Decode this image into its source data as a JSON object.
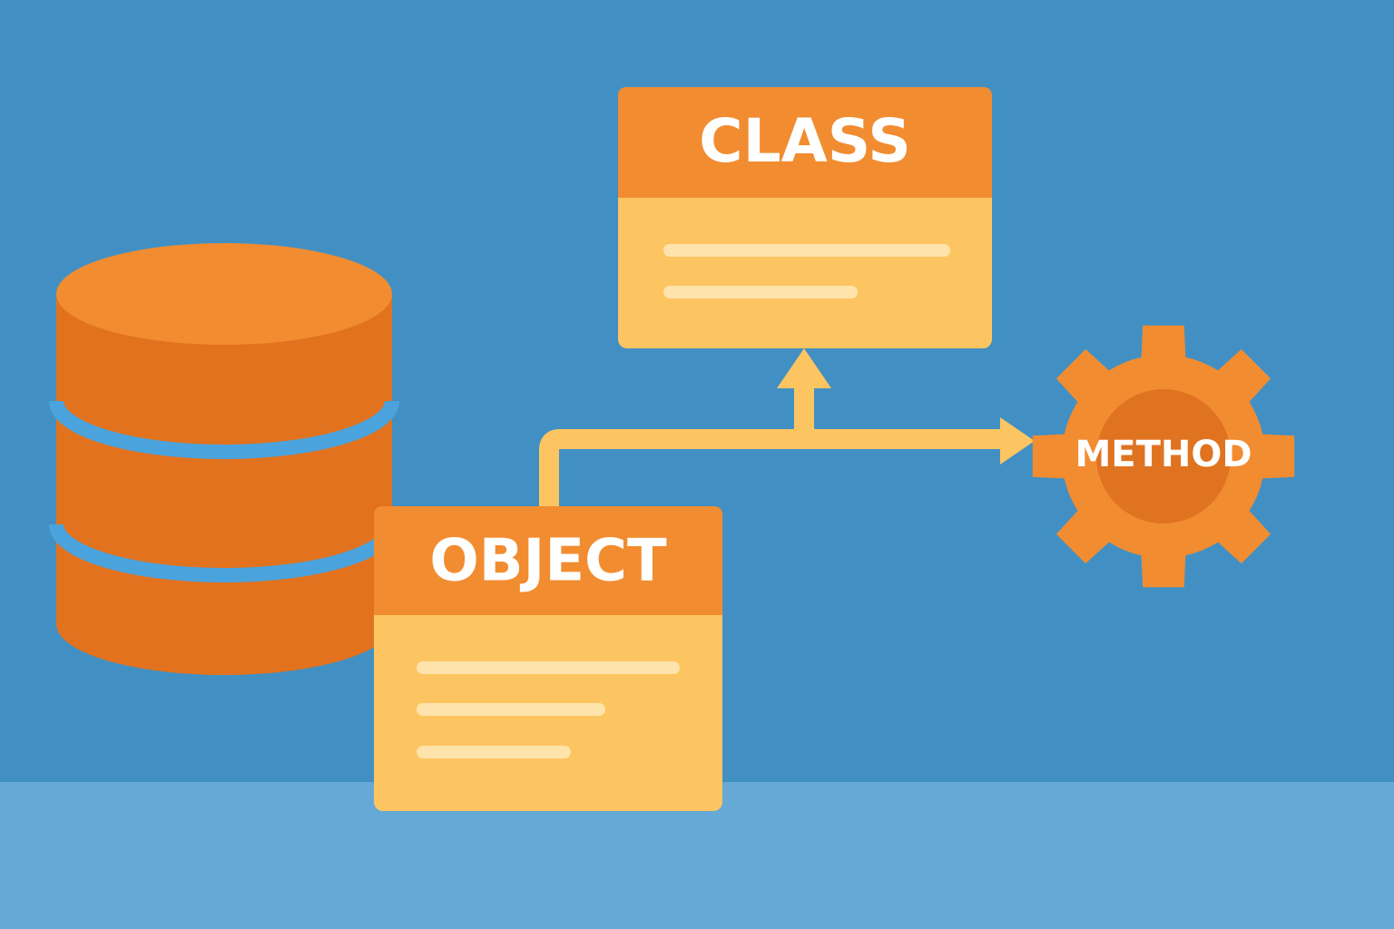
{
  "diagram": {
    "nodes": {
      "class_box": {
        "label": "CLASS"
      },
      "object_box": {
        "label": "OBJECT"
      },
      "method_gear": {
        "label": "METHOD"
      },
      "database": {
        "label": ""
      }
    },
    "edges": [
      {
        "from": "object_box",
        "to": "class_box",
        "style": "arrow"
      },
      {
        "from": "object_box",
        "to": "method_gear",
        "style": "arrow"
      }
    ]
  },
  "colors": {
    "background": "#4290c3",
    "floor": "#66a8d6",
    "box_header": "#f28c30",
    "box_body": "#fdc561",
    "box_lines": "#fee4ab",
    "connector": "#fdc561",
    "database_side": "#e2721e",
    "database_top": "#f28c30",
    "database_band": "#4ba3dd",
    "gear_outer": "#f28c30",
    "gear_inner": "#e07320",
    "label_text": "#ffffff"
  }
}
